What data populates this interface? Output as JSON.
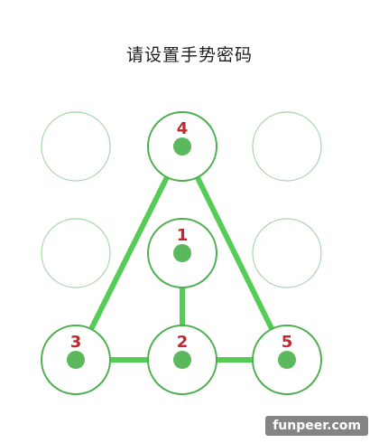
{
  "screen": {
    "title": "请设置手势密码"
  },
  "pattern": {
    "grid_rows": 3,
    "grid_cols": 3,
    "nodes": [
      {
        "id": "top-left",
        "row": 0,
        "col": 0,
        "selected": false,
        "order": ""
      },
      {
        "id": "top-center",
        "row": 0,
        "col": 1,
        "selected": true,
        "order": "4"
      },
      {
        "id": "top-right",
        "row": 0,
        "col": 2,
        "selected": false,
        "order": ""
      },
      {
        "id": "middle-left",
        "row": 1,
        "col": 0,
        "selected": false,
        "order": ""
      },
      {
        "id": "middle-center",
        "row": 1,
        "col": 1,
        "selected": true,
        "order": "1"
      },
      {
        "id": "middle-right",
        "row": 1,
        "col": 2,
        "selected": false,
        "order": ""
      },
      {
        "id": "bottom-left",
        "row": 2,
        "col": 0,
        "selected": true,
        "order": "3"
      },
      {
        "id": "bottom-center",
        "row": 2,
        "col": 1,
        "selected": true,
        "order": "2"
      },
      {
        "id": "bottom-right",
        "row": 2,
        "col": 2,
        "selected": true,
        "order": "5"
      }
    ],
    "path_sequence": [
      "middle-center",
      "bottom-center",
      "bottom-left",
      "top-center",
      "bottom-right",
      "bottom-center"
    ],
    "colors": {
      "ring": "#4caf50",
      "ring_idle": "#a5d6a7",
      "dot": "#5cb85c",
      "line": "#55cc55",
      "label": "#c0282f"
    }
  },
  "watermark": {
    "text": "funpeer.com"
  }
}
